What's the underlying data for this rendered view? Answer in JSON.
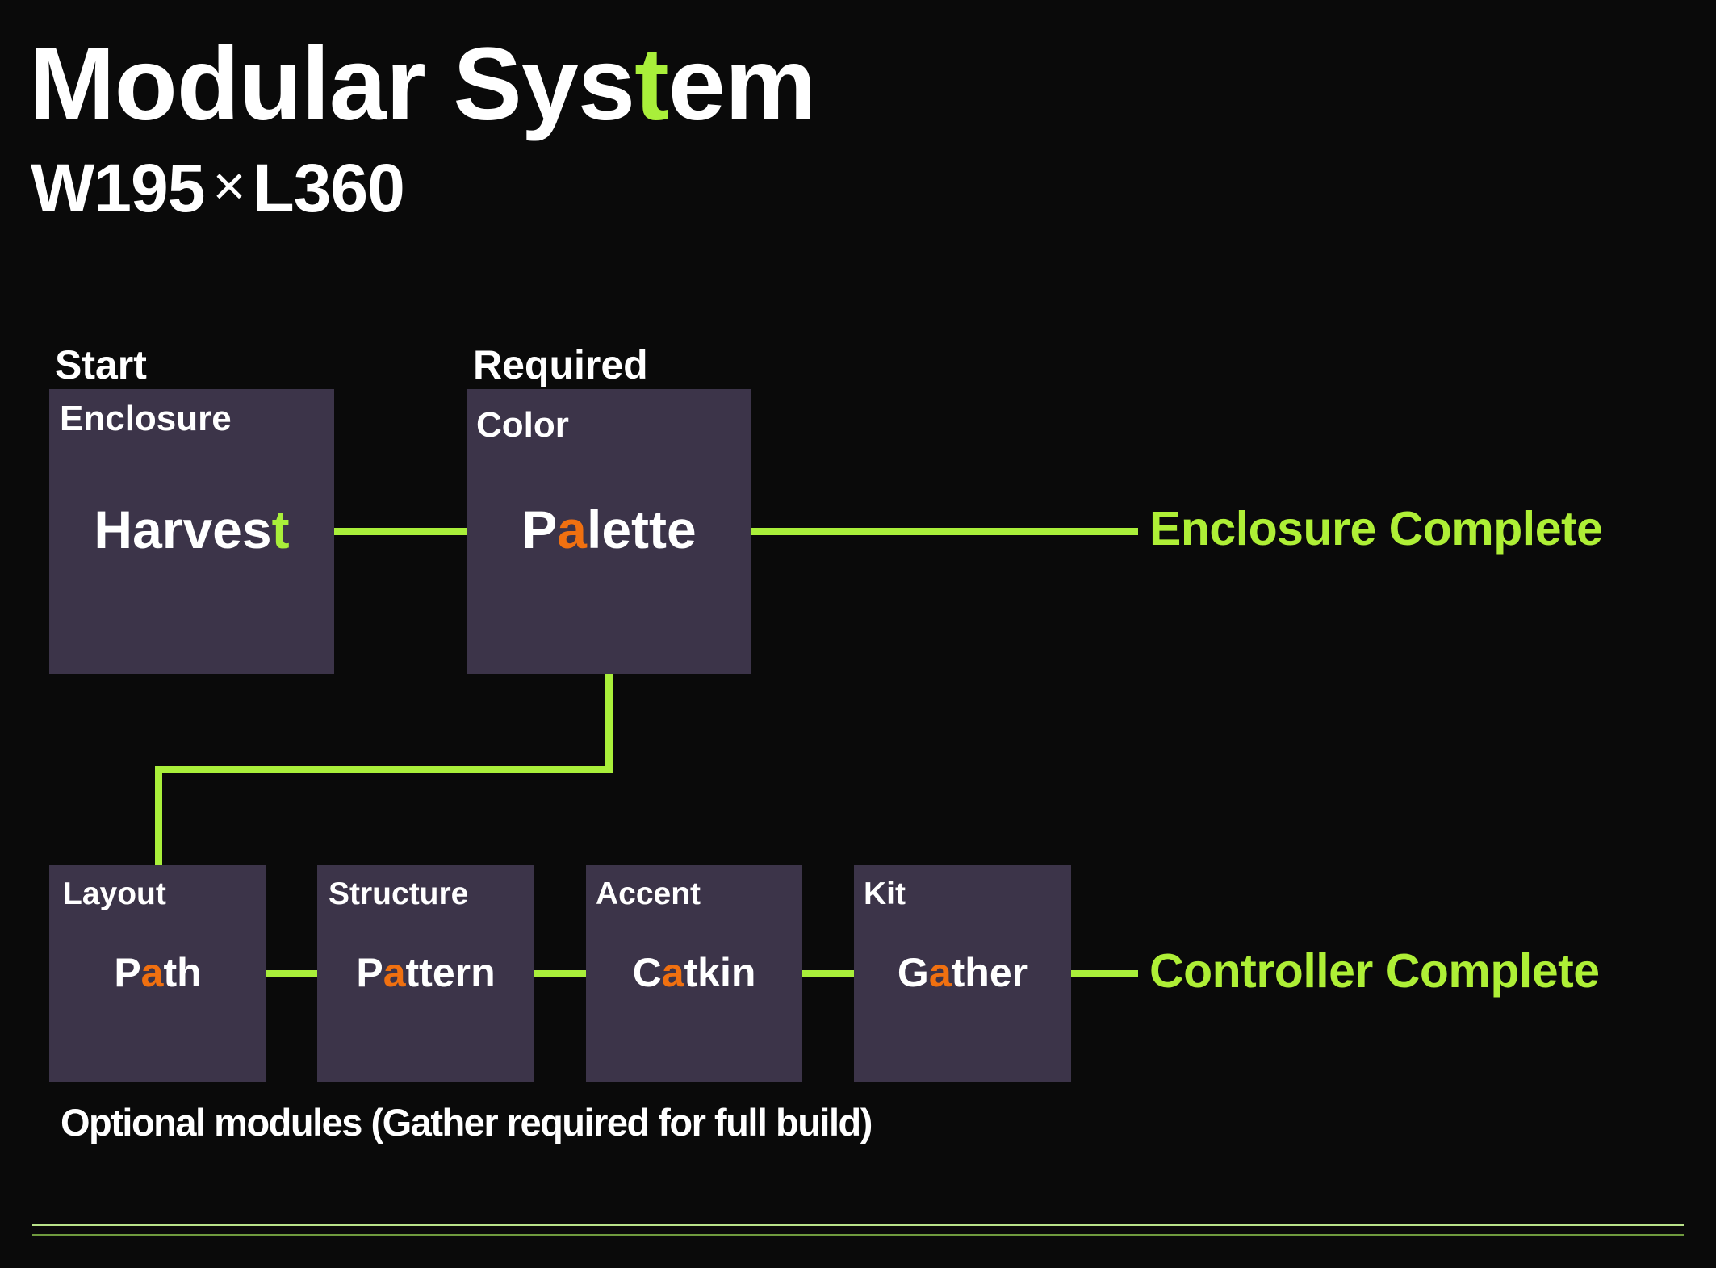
{
  "header": {
    "title_pre": "Modular Sys",
    "title_highlight": "t",
    "title_post": "em",
    "subtitle_width": "W195",
    "subtitle_times": "×",
    "subtitle_length": "L360"
  },
  "stages": {
    "start_label": "Start",
    "required_label": "Required"
  },
  "top_row": [
    {
      "category": "Enclosure",
      "name_pre": "Harves",
      "name_highlight": "t",
      "name_post": "",
      "highlight_color": "green"
    },
    {
      "category": "Color",
      "name_pre": "P",
      "name_highlight": "a",
      "name_post": "lette",
      "highlight_color": "orange"
    }
  ],
  "bottom_row": [
    {
      "category": "Layout",
      "name_pre": "P",
      "name_highlight": "a",
      "name_post": "th"
    },
    {
      "category": "Structure",
      "name_pre": "P",
      "name_highlight": "a",
      "name_post": "ttern"
    },
    {
      "category": "Accent",
      "name_pre": "C",
      "name_highlight": "a",
      "name_post": "tkin"
    },
    {
      "category": "Kit",
      "name_pre": "G",
      "name_highlight": "a",
      "name_post": "ther"
    }
  ],
  "outcomes": {
    "enclosure_complete": "Enclosure Complete",
    "controller_complete": "Controller Complete"
  },
  "footnote": "Optional modules (Gather required for full build)",
  "colors": {
    "background": "#0a0a0a",
    "box": "#3c3449",
    "accent_green": "#a9ef3a",
    "accent_orange": "#f07010",
    "rule_light": "#b9e28a",
    "rule_dark": "#6f9a3e"
  }
}
